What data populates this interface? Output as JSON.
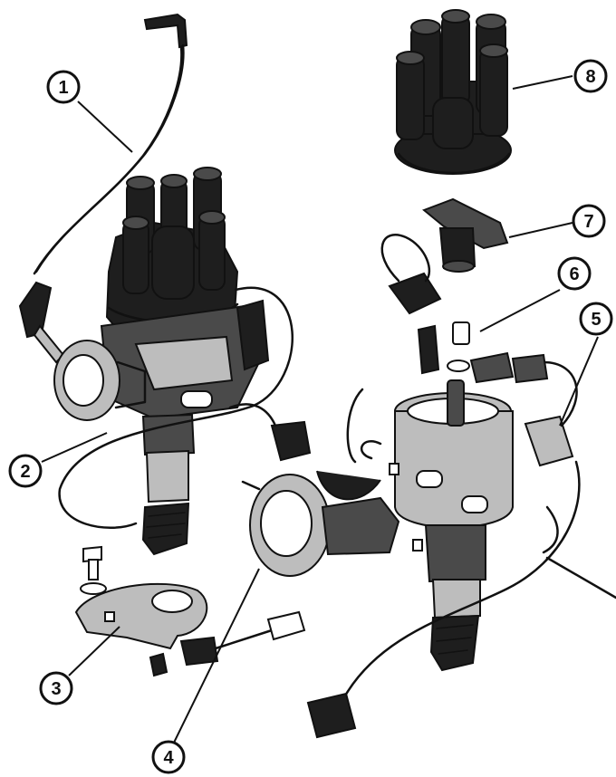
{
  "callouts": [
    {
      "label": "1"
    },
    {
      "label": "2"
    },
    {
      "label": "3"
    },
    {
      "label": "4"
    },
    {
      "label": "5"
    },
    {
      "label": "6"
    },
    {
      "label": "7"
    },
    {
      "label": "8"
    }
  ],
  "colors": {
    "ink": "#111111",
    "background": "#ffffff"
  }
}
